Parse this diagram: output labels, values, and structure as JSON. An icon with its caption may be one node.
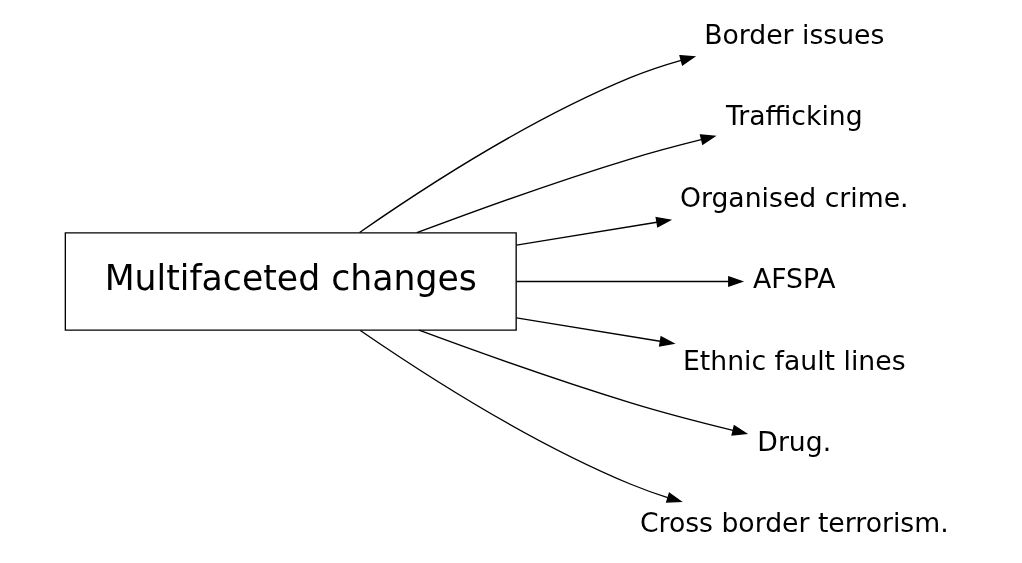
{
  "diagram": {
    "nodes": [
      {
        "text": [
          "Multifaceted changes"
        ]
      },
      {
        "text": [
          "Border issues"
        ]
      },
      {
        "text": [
          "Trafficking"
        ]
      },
      {
        "text": [
          "Organised crime."
        ]
      },
      {
        "text": [
          "AFSPA"
        ]
      },
      {
        "text": [
          "Ethnic fault lines"
        ]
      },
      {
        "text": [
          "Drug."
        ]
      },
      {
        "text": [
          "Cross border terrorism."
        ]
      }
    ],
    "edges": [
      {
        "from": 0,
        "to": 1,
        "arrow": "to"
      },
      {
        "from": 0,
        "to": 2,
        "arrow": "to"
      },
      {
        "from": 0,
        "to": 3,
        "arrow": "to"
      },
      {
        "from": 0,
        "to": 4,
        "arrow": "to"
      },
      {
        "from": 0,
        "to": 5,
        "arrow": "to"
      },
      {
        "from": 0,
        "to": 6,
        "arrow": "to"
      },
      {
        "from": 0,
        "to": 7,
        "arrow": "to"
      }
    ]
  }
}
